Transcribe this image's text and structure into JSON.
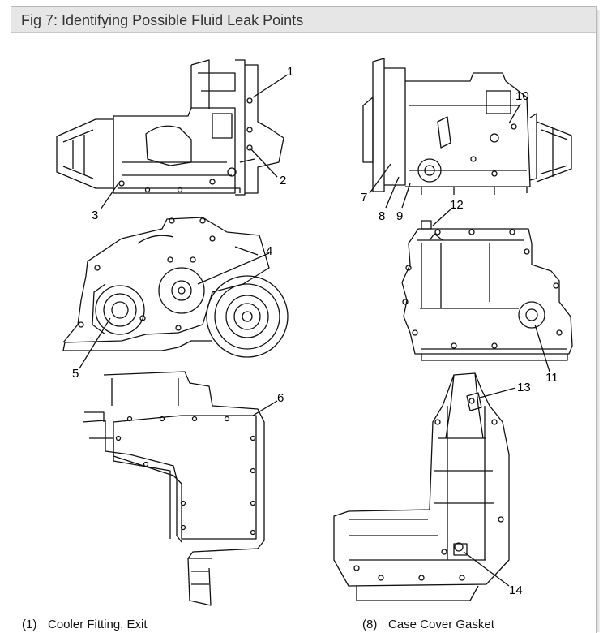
{
  "figure": {
    "title": "Fig 7: Identifying Possible Fluid Leak Points"
  },
  "callouts": [
    "1",
    "2",
    "3",
    "4",
    "5",
    "6",
    "7",
    "8",
    "9",
    "10",
    "11",
    "12",
    "13",
    "14"
  ],
  "legend": [
    {
      "num": "(1)",
      "text": "Cooler Fitting, Exit"
    },
    {
      "num": "(8)",
      "text": "Case Cover Gasket"
    }
  ]
}
